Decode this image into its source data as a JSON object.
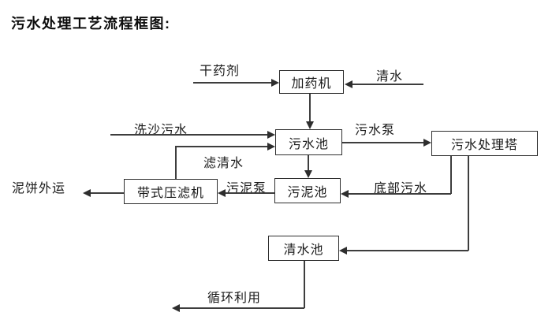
{
  "title": "污水处理工艺流程框图:",
  "nodes": {
    "dosing_machine": {
      "label": "加药机"
    },
    "sewage_pool": {
      "label": "污水池"
    },
    "treatment_tower": {
      "label": "污水处理塔"
    },
    "belt_filter_press": {
      "label": "带式压滤机"
    },
    "sludge_pool": {
      "label": "污泥池"
    },
    "clean_water_pool": {
      "label": "清水池"
    }
  },
  "flows": {
    "dry_chemical": "干药剂",
    "clean_water_in": "清水",
    "sand_washing_sewage": "洗沙污水",
    "sewage_pump": "污水泵",
    "filtered_clean_water": "滤清水",
    "sludge_pump": "污泥泵",
    "bottom_sewage": "底部污水",
    "mud_cake_out": "泥饼外运",
    "recycle_use": "循环利用"
  },
  "colors": {
    "background": "#ffffff",
    "line": "#3d3d3d",
    "box_border": "#2e2e2e",
    "text": "#1a1a1a"
  }
}
